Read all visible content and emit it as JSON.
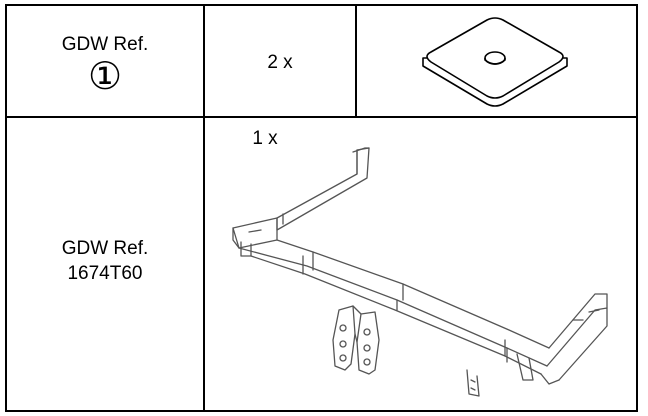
{
  "rows": [
    {
      "ref_label": "GDW Ref.",
      "ref_number": "①",
      "quantity": "2 x",
      "part_icon": "square-spacer-washer-icon"
    },
    {
      "ref_label": "GDW Ref.",
      "ref_number": "1674T60",
      "quantity": "1 x",
      "part_icon": "tow-bar-crossmember-icon"
    }
  ]
}
